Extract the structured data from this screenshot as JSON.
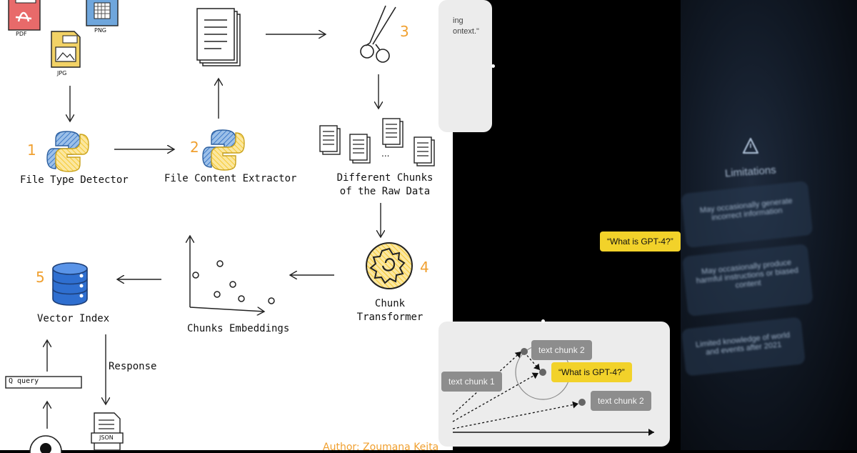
{
  "pipeline": {
    "file_types": {
      "pdf": "PDF",
      "png": "PNG",
      "jpg": "JPG"
    },
    "steps": [
      {
        "number": "1",
        "label": "File Type Detector"
      },
      {
        "number": "2",
        "label": "File Content Extractor"
      },
      {
        "number": "3",
        "label": "Different Chunks of the Raw Data"
      },
      {
        "number": "4",
        "label": "Chunk Transformer"
      },
      {
        "number": "5",
        "label": "Vector Index"
      }
    ],
    "embeddings_label": "Chunks Embeddings",
    "response_label": "Response",
    "query_label": "Q query",
    "json_label": "JSON",
    "author": "Author: Zoumana Keita",
    "ellipsis": "..."
  },
  "rag_panel": {
    "top_card_text": [
      "ing",
      "ontext.\""
    ],
    "question_chip": "“What is GPT-4?”",
    "chunk_1": "text chunk 1",
    "chunk_2_top": "text chunk 2",
    "chunk_2_bottom": "text chunk 2",
    "query_chip": "“What is GPT-4?”"
  },
  "limitations_panel": {
    "title": "Limitations",
    "items": [
      "May occasionally generate incorrect information",
      "May occasionally produce harmful instructions or biased content",
      "Limited knowledge of world and events after 2021"
    ],
    "colors": {
      "text": "#9fb2c9",
      "card": "#283a52"
    }
  },
  "colors": {
    "accent_orange": "#f0a030",
    "chip_yellow": "#f2d22a",
    "chip_grey": "#8d8d8d",
    "python_blue": "#3c78c8",
    "python_yellow": "#f5d54a"
  }
}
